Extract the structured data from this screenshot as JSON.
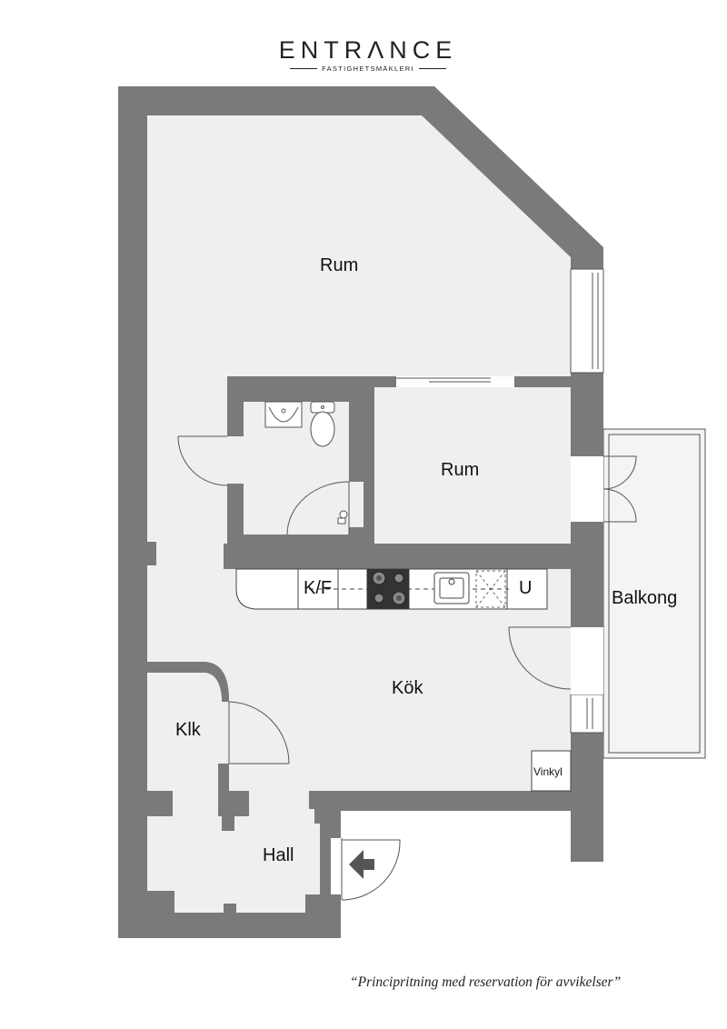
{
  "brand": {
    "name": "ENTRΛNCE",
    "subtitle": "FASTIGHETSMÄKLERI"
  },
  "rooms": {
    "living_room": "Rum",
    "bedroom": "Rum",
    "balcony": "Balkong",
    "kitchen": "Kök",
    "closet": "Klk",
    "hall": "Hall"
  },
  "fixtures": {
    "fridge_freezer": "K/F",
    "oven": "U",
    "wine_cooler": "Vinkyl"
  },
  "caption": "“Principritning med reservation för avvikelser”",
  "colors": {
    "wall": "#7a7a7a",
    "floor": "#efefef",
    "line": "#3a3a3a",
    "accent": "#555555"
  }
}
